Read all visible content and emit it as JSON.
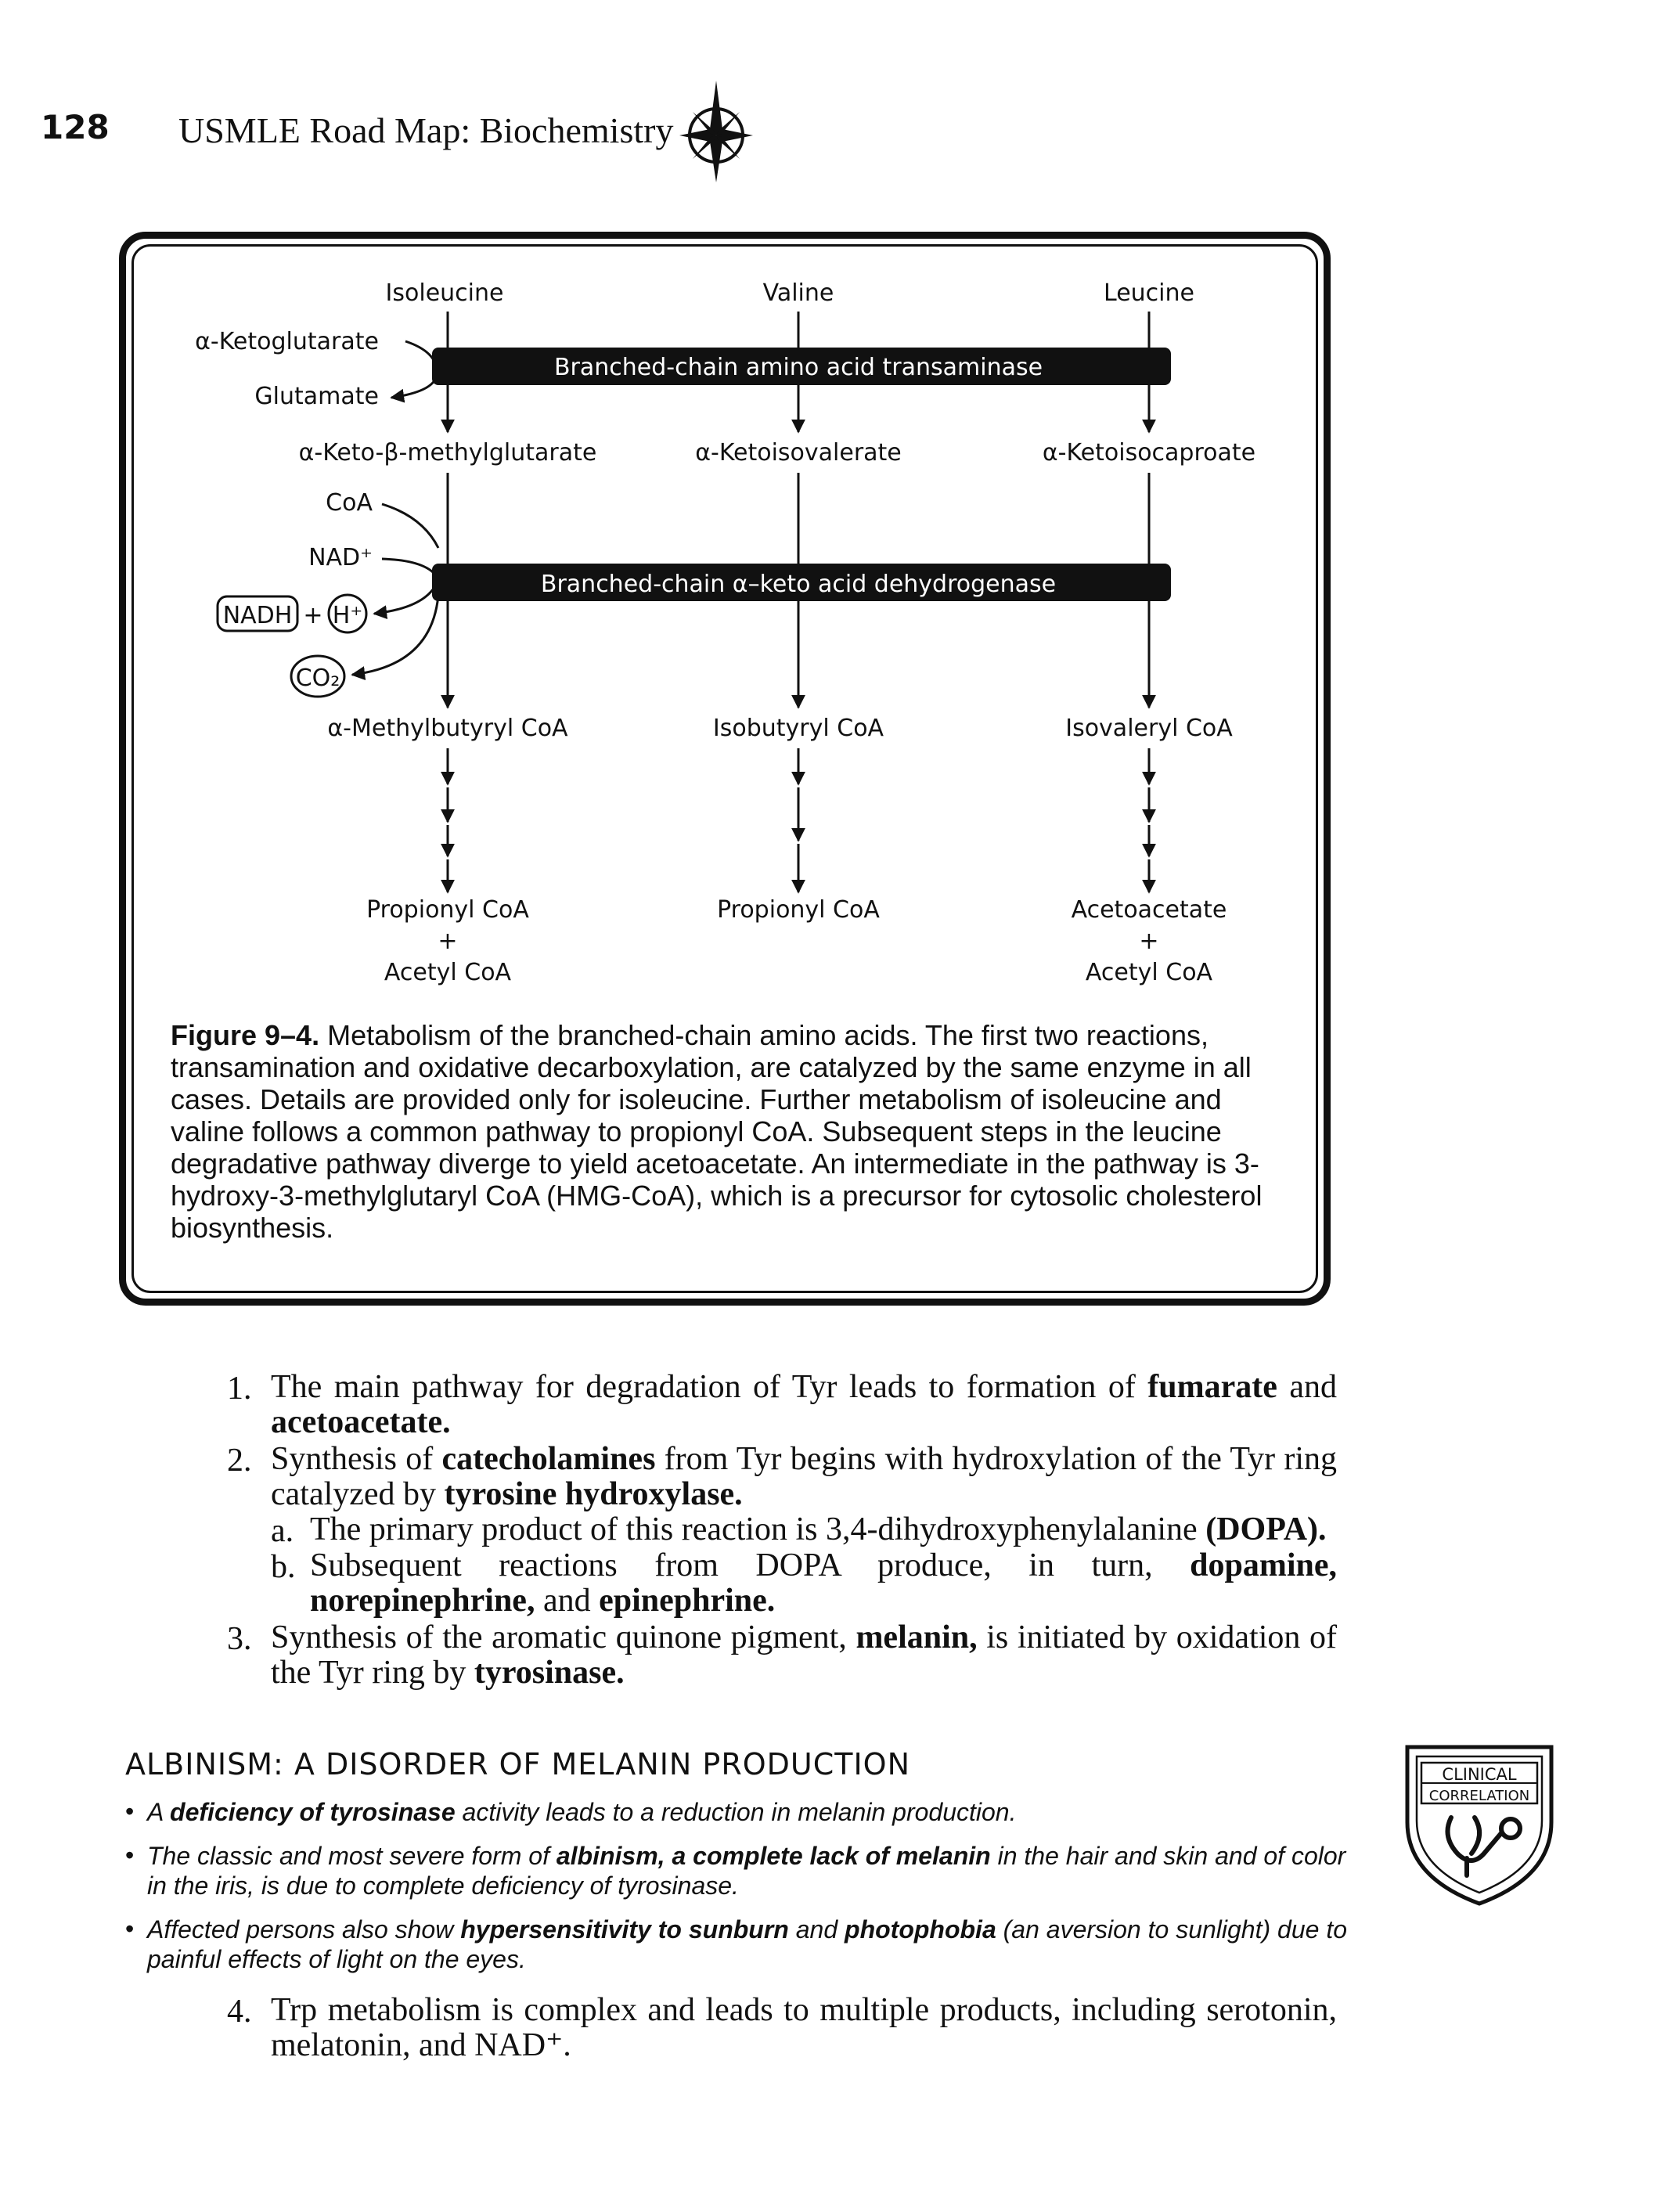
{
  "header": {
    "page_number": "128",
    "running_title": "USMLE Road Map: Biochemistry",
    "logo_icon": "compass-rose-icon"
  },
  "figure": {
    "amino_acids": [
      "Isoleucine",
      "Valine",
      "Leucine"
    ],
    "ketoglutarate": "α-Ketoglutarate",
    "glutamate": "Glutamate",
    "enzyme_1": "Branched-chain amino acid transaminase",
    "keto_acids": [
      "α-Keto-β-methylglutarate",
      "α-Ketoisovalerate",
      "α-Ketoisocaproate"
    ],
    "coa": "CoA",
    "nad": "NAD⁺",
    "nadh": "NADH",
    "plus": "+",
    "h_plus": "H⁺",
    "co2": "CO₂",
    "enzyme_2": "Branched-chain α–keto acid dehydrogenase",
    "acyl_coas": [
      "α-Methylbutyryl CoA",
      "Isobutyryl CoA",
      "Isovaleryl CoA"
    ],
    "products_top": [
      "Propionyl CoA",
      "Propionyl CoA",
      "Acetoacetate"
    ],
    "products_plus": [
      "+",
      "",
      "+"
    ],
    "products_bottom": [
      "Acetyl CoA",
      "",
      "Acetyl CoA"
    ],
    "caption_label": "Figure 9–4.",
    "caption_text": "Metabolism of the branched-chain amino acids. The first two reactions, transamination and oxidative decarboxylation, are catalyzed by the same enzyme in all cases. Details are provided only for isoleucine. Further metabolism of isoleucine and valine follows a common pathway to propionyl CoA. Subsequent steps in the leucine degradative pathway diverge to yield acetoacetate. An intermediate in the pathway is 3-hydroxy-3-methylglutaryl CoA (HMG-CoA), which is a precursor for cytosolic cholesterol biosynthesis."
  },
  "list": {
    "item1": {
      "num": "1.",
      "t1": "The main pathway for degradation of Tyr leads to formation of ",
      "b1": "fumarate",
      "t2": " and ",
      "b2": "acetoacetate."
    },
    "item2": {
      "num": "2.",
      "t1": "Synthesis of ",
      "b1": "catecholamines",
      "t2": " from Tyr begins with hydroxylation of the Tyr ring catalyzed by ",
      "b2": "tyrosine hydroxylase."
    },
    "item2a": {
      "num": "a.",
      "t1": "The primary product of this reaction is 3,4-dihydroxyphenylalanine ",
      "b1": "(DOPA)."
    },
    "item2b": {
      "num": "b.",
      "t1": "Subsequent reactions from DOPA produce, in turn, ",
      "b1": "dopamine, norepinephrine,",
      "t2": " and ",
      "b2": "epinephrine."
    },
    "item3": {
      "num": "3.",
      "t1": "Synthesis of the aromatic quinone pigment, ",
      "b1": "melanin,",
      "t2": " is initiated by oxidation of the Tyr ring by ",
      "b2": "tyrosinase."
    },
    "item4": {
      "num": "4.",
      "t1": "Trp metabolism is complex and leads to multiple products, including serotonin, melatonin, and NAD⁺."
    }
  },
  "clinical": {
    "heading": "ALBINISM: A DISORDER OF MELANIN PRODUCTION",
    "bullet_char": "•",
    "b1": {
      "t1": "A ",
      "b1": "deficiency of tyrosinase",
      "t2": " activity leads to a reduction in melanin production."
    },
    "b2": {
      "t1": "The classic and most severe form of ",
      "b1": "albinism, a complete lack of melanin",
      "t2": " in the hair and skin and of color in the iris, is due to complete deficiency of tyrosinase."
    },
    "b3": {
      "t1": "Affected persons also show ",
      "b1": "hypersensitivity to sunburn",
      "t2": " and ",
      "b2": "photophobia",
      "t3": " (an aversion to sunlight) due to painful effects of light on the eyes."
    },
    "badge_line1": "CLINICAL",
    "badge_line2": "CORRELATION",
    "badge_icon": "stethoscope-icon"
  }
}
